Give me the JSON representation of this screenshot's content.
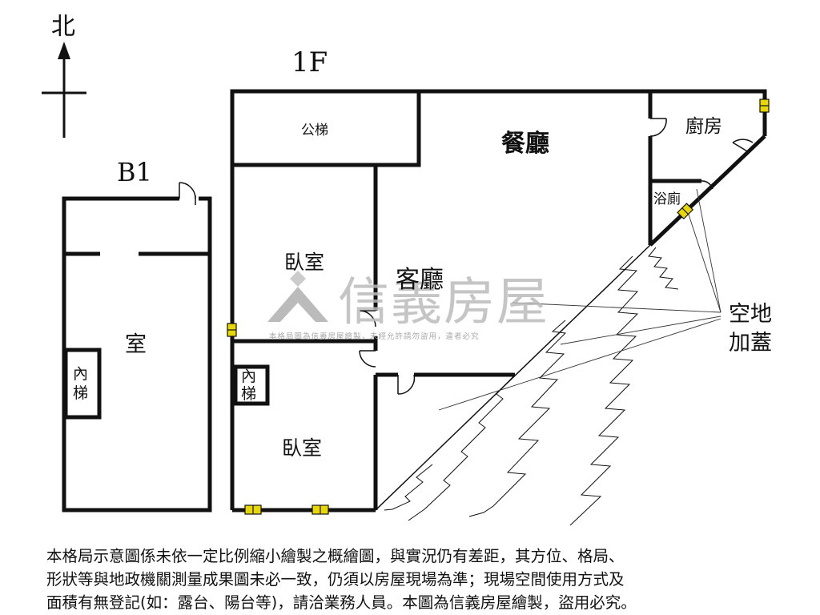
{
  "compass": {
    "north_label": "北"
  },
  "floors": {
    "basement_label": "B1",
    "ground_label": "1F"
  },
  "rooms": {
    "public_stairs": "公梯",
    "dining": "餐廳",
    "kitchen": "廚房",
    "bathroom": "浴廁",
    "bedroom_upper": "臥室",
    "living": "客廳",
    "bedroom_lower": "臥室",
    "inner_stairs_1f": "內梯",
    "basement_room": "室",
    "inner_stairs_b1": "內梯",
    "open_space_line1": "空地",
    "open_space_line2": "加蓋"
  },
  "watermark": {
    "brand": "信義房屋",
    "notice": "本格局圖為信義房屋繪製，未經允許請勿盜用，違者必究"
  },
  "disclaimer": {
    "line1": "本格局示意圖係未依一定比例縮小繪製之概繪圖，與實況仍有差距，其方位、格局、",
    "line2": "形狀等與地政機關測量成果圖未必一致，仍須以房屋現場為準；現場空間使用方式及",
    "line3": "面積有無登記(如：露台、陽台等)，請洽業務人員。本圖為信義房屋繪製，盜用必究。"
  },
  "colors": {
    "wall": "#111111",
    "window": "#e8d800",
    "watermark": "#bbbbbb"
  }
}
